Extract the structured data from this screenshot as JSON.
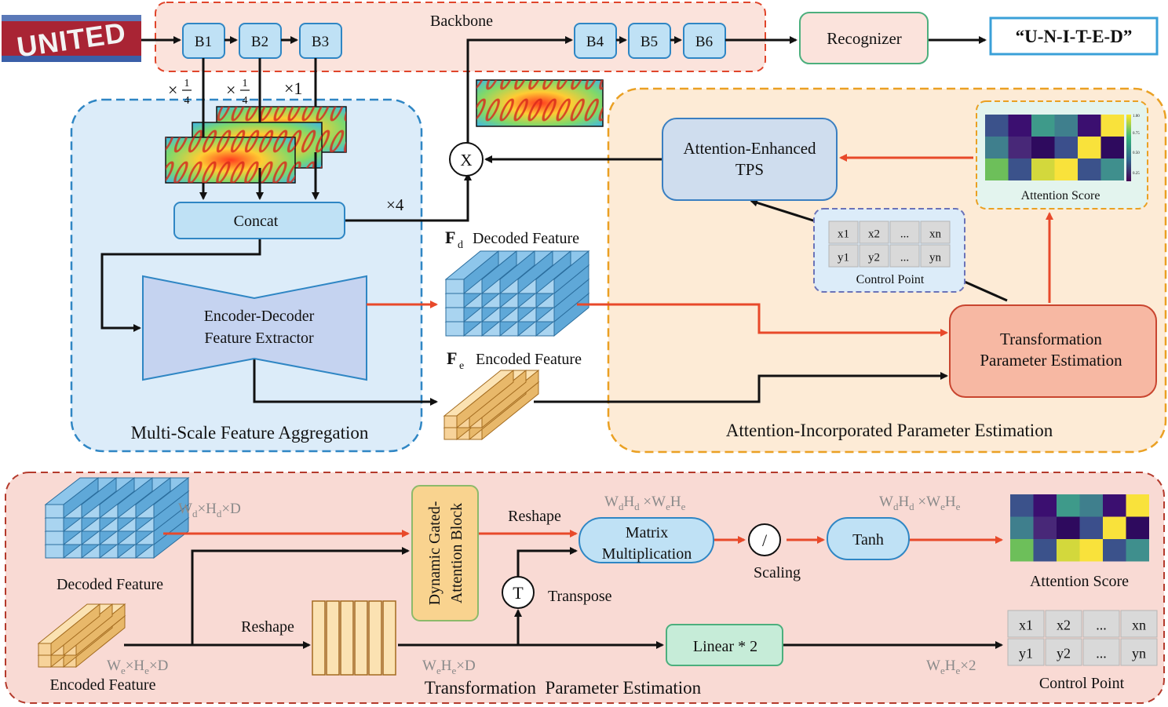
{
  "input_image": {
    "text": "UNITED"
  },
  "backbone": {
    "title": "Backbone",
    "blocks": [
      "B1",
      "B2",
      "B3",
      "B4",
      "B5",
      "B6"
    ]
  },
  "recognizer": {
    "label": "Recognizer",
    "output": "“U-N-I-T-E-D”"
  },
  "msfa": {
    "title": "Multi-Scale Feature Aggregation",
    "scale_1": "×",
    "scale_1_num": "1",
    "scale_1_den": "4",
    "scale_2": "×",
    "scale_2_num": "1",
    "scale_2_den": "4",
    "scale_3": "×1",
    "concat": "Concat",
    "times4": "×4",
    "encdec_line1": "Encoder-Decoder",
    "encdec_line2": "Feature Extractor"
  },
  "multiply_symbol": "X",
  "features": {
    "decoded_sym": "F",
    "decoded_sub": "d",
    "decoded_label": "Decoded Feature",
    "encoded_sym": "F",
    "encoded_sub": "e",
    "encoded_label": "Encoded Feature"
  },
  "aipe": {
    "title": "Attention-Incorporated Parameter Estimation",
    "tps_line1": "Attention-Enhanced",
    "tps_line2": "TPS",
    "attention_score": "Attention Score",
    "colorbar_ticks": [
      "1.00",
      "0.75",
      "0.50",
      "0.25"
    ],
    "control_point": "Control Point",
    "cp_row1": [
      "x1",
      "x2",
      "...",
      "xn"
    ],
    "cp_row2": [
      "y1",
      "y2",
      "...",
      "yn"
    ],
    "tpe_line1": "Transformation",
    "tpe_line2": "Parameter Estimation"
  },
  "bottom": {
    "title": "Transformation  Parameter Estimation",
    "decoded_feature": "Decoded Feature",
    "encoded_feature": "Encoded Feature",
    "wd_hd_d": {
      "a": "W",
      "as": "d",
      "b": "×H",
      "bs": "d",
      "c": "×D"
    },
    "we_he_d": {
      "a": "W",
      "as": "e",
      "b": "×H",
      "bs": "e",
      "c": "×D"
    },
    "reshape1": "Reshape",
    "reshape2": "Reshape",
    "wehe_d": {
      "a": "W",
      "as": "e",
      "b": "H",
      "bs": "e",
      "c": "×D"
    },
    "dga_line1": "Dynamic Gated-",
    "dga_line2": "Attention Block",
    "dim_mm": {
      "a": "W",
      "as": "d",
      "b": "H",
      "bs": "d",
      "c": " ×W",
      "cs": "e",
      "d": "H",
      "ds": "e"
    },
    "dim_tanh": {
      "a": "W",
      "as": "d",
      "b": "H",
      "bs": "d",
      "c": " ×W",
      "cs": "e",
      "d": "H",
      "ds": "e"
    },
    "mm_line1": "Matrix",
    "mm_line2": "Multiplication",
    "scaling_symbol": "/",
    "scaling": "Scaling",
    "tanh": "Tanh",
    "transpose_symbol": "T",
    "transpose": "Transpose",
    "linear": "Linear * 2",
    "wehe_2": {
      "a": "W",
      "as": "e",
      "b": "H",
      "bs": "e",
      "c": "×2"
    },
    "attention_score": "Attention Score",
    "control_point": "Control Point",
    "cp_row1": [
      "x1",
      "x2",
      "...",
      "xn"
    ],
    "cp_row2": [
      "y1",
      "y2",
      "...",
      "yn"
    ]
  },
  "colors": {
    "backbone_bg": "#fbe3dc",
    "backbone_border": "#e0452b",
    "msfa_bg": "#dcecf9",
    "msfa_border": "#2f86c4",
    "aipe_bg": "#fdebd6",
    "aipe_border": "#eaa023",
    "bottom_bg": "#f9dad4",
    "bottom_border": "#b43a2c",
    "block_fill": "#bfe1f5",
    "block_stroke": "#2f86c4",
    "red_arrow": "#e8492a",
    "recognizer_fill": "#fbe3dc",
    "recognizer_stroke": "#4caf7d",
    "output_stroke": "#3aa0d8",
    "linear_fill": "#c6ecd8",
    "linear_stroke": "#4caf7d",
    "dga_fill": "#f9d38f",
    "dga_stroke": "#8dba6a",
    "tpe_fill": "#f7b8a3",
    "tpe_stroke": "#c9452f",
    "tps_fill": "#cfddee",
    "tps_stroke": "#3a7fc1",
    "cp_border": "#6b73b8",
    "score_border": "#eaa023",
    "score_bg": "#e3f4ee"
  },
  "heatmap": {
    "rows": [
      [
        "#3b528b",
        "#3b0f70",
        "#3e9a8a",
        "#3f7f8d",
        "#3b0f70",
        "#f9e23b"
      ],
      [
        "#3f7f8d",
        "#482878",
        "#2e0a5e",
        "#3b4f8c",
        "#f9e23b",
        "#2e0a5e"
      ],
      [
        "#6dbf5a",
        "#3b528b",
        "#d3d83c",
        "#f9e23b",
        "#3b528b",
        "#3f8f8d"
      ]
    ]
  }
}
